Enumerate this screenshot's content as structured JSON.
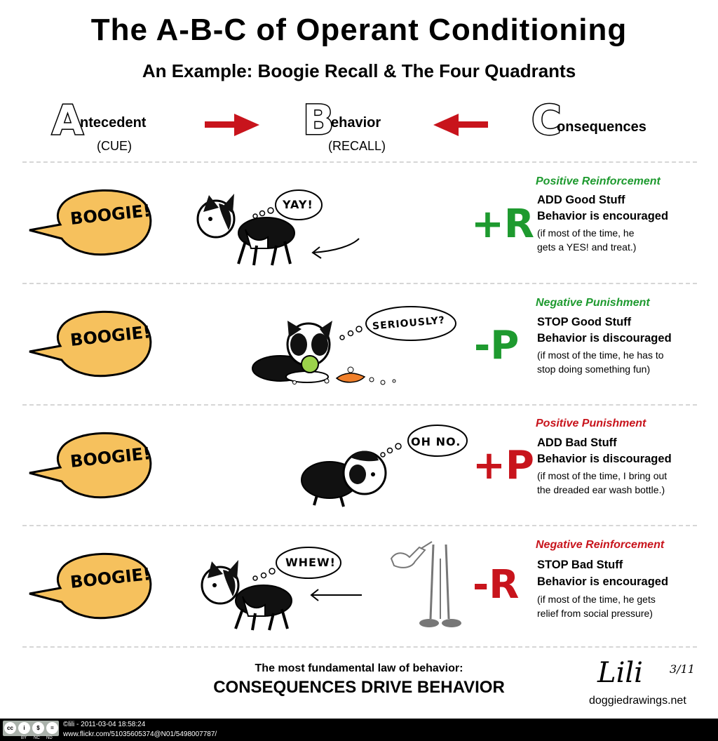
{
  "header": {
    "title": "The A-B-C of Operant Conditioning",
    "subtitle": "An Example: Boogie Recall & The Four Quadrants"
  },
  "abc": {
    "antecedent": {
      "letter": "A",
      "word": "ntecedent",
      "sub": "(CUE)"
    },
    "behavior": {
      "letter": "B",
      "word": "ehavior",
      "sub": "(RECALL)"
    },
    "consequences": {
      "letter": "C",
      "word": "onsequences"
    }
  },
  "rows": [
    {
      "cue": "BOOGIE!",
      "thought": "YAY!",
      "symbol": "+R",
      "name": "Positive Reinforcement",
      "action": "ADD Good Stuff",
      "effect": "Behavior is encouraged",
      "note1": "(if most of the time, he",
      "note2": "gets a YES! and treat.)"
    },
    {
      "cue": "BOOGIE!",
      "thought": "SERIOUSLY?",
      "symbol": "-P",
      "name": "Negative Punishment",
      "action": "STOP Good Stuff",
      "effect": "Behavior is discouraged",
      "note1": "(if most of the time, he has to",
      "note2": "stop doing something fun)"
    },
    {
      "cue": "BOOGIE!",
      "thought": "OH NO.",
      "symbol": "+P",
      "name": "Positive Punishment",
      "action": "ADD Bad Stuff",
      "effect": "Behavior is discouraged",
      "note1": "(if most of the time, I bring out",
      "note2": "the dreaded ear wash bottle.)"
    },
    {
      "cue": "BOOGIE!",
      "thought": "WHEW!",
      "symbol": "-R",
      "name": "Negative Reinforcement",
      "action": "STOP Bad Stuff",
      "effect": "Behavior is encouraged",
      "note1": "(if most of the time, he gets",
      "note2": "relief from social pressure)"
    }
  ],
  "footer": {
    "law": "The most fundamental law of behavior:",
    "headline": "CONSEQUENCES DRIVE BEHAVIOR",
    "signature": "Lili",
    "date": "3/11",
    "site": "doggiedrawings.net"
  },
  "credit": {
    "line1": "©lili - 2011-03-04 18:58:24",
    "line2": "www.flickr.com/51035605374@N01/5498007787/",
    "cc_by": "BY",
    "cc_nc": "NC",
    "cc_nd": "ND"
  },
  "colors": {
    "green": "#1e9a2f",
    "red": "#c8141c",
    "bubble": "#f6c15d",
    "arrow": "#c8141c"
  }
}
